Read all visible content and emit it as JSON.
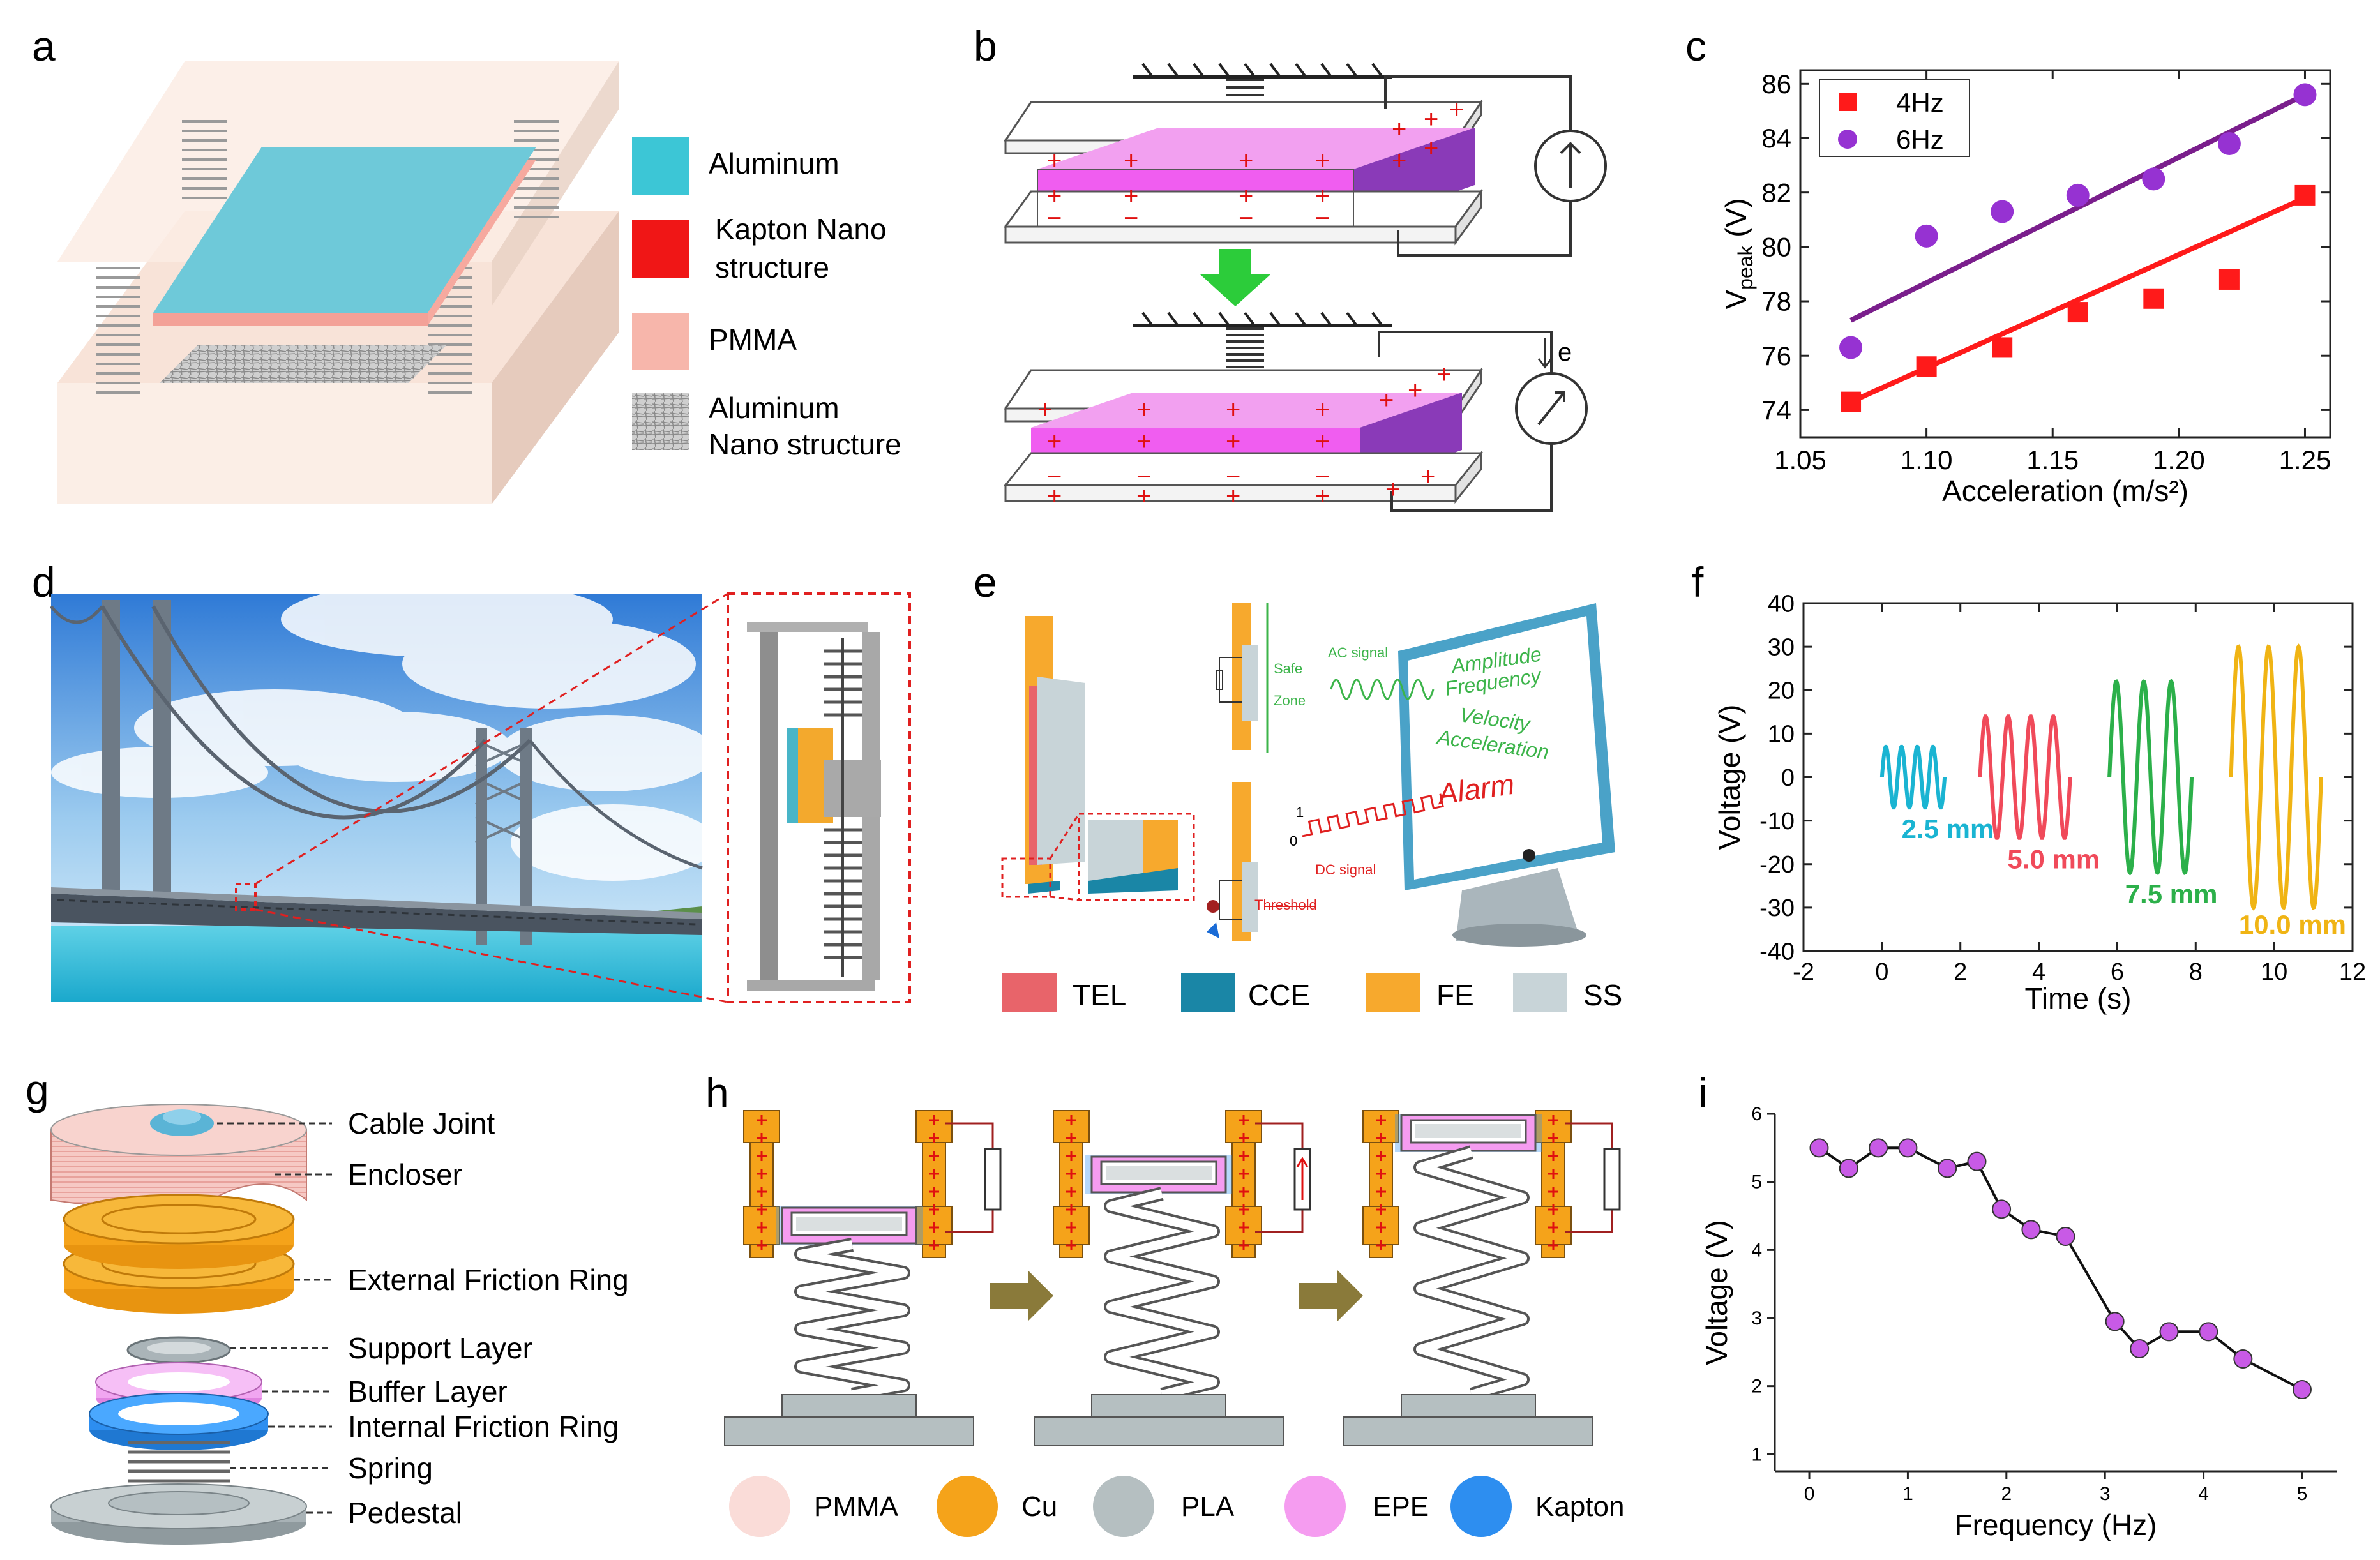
{
  "panel_labels": [
    "a",
    "b",
    "c",
    "d",
    "e",
    "f",
    "g",
    "h",
    "i"
  ],
  "panel_a": {
    "legend": [
      {
        "label": "Aluminum",
        "color": "#3cc6d6"
      },
      {
        "label": "Kapton Nano",
        "color": "#f01616"
      },
      {
        "label": "structure",
        "color": ""
      },
      {
        "label": "PMMA",
        "color": "#f7b6ab"
      },
      {
        "label": "Aluminum",
        "color": "#bdbdbd"
      },
      {
        "label": "Nano structure",
        "color": ""
      }
    ]
  },
  "panel_b": {
    "plus": "+",
    "minus": "−",
    "electron": "e"
  },
  "panel_e": {
    "legend": [
      {
        "label": "TEL",
        "color": "#e8646a"
      },
      {
        "label": "CCE",
        "color": "#1a86a6"
      },
      {
        "label": "FE",
        "color": "#f7a92d"
      },
      {
        "label": "SS",
        "color": "#c8d4d8"
      }
    ],
    "texts": {
      "safe": "Safe",
      "zone": "Zone",
      "ac_signal": "AC signal",
      "amplitude": "Amplitude",
      "frequency": "Frequency",
      "velocity": "Velocity",
      "acceleration": "Acceleration",
      "alarm": "Alarm",
      "dc_signal": "DC signal",
      "threshold": "Threshold",
      "one": "1",
      "zero": "0"
    }
  },
  "panel_g": {
    "labels": [
      "Cable Joint",
      "Encloser",
      "External Friction Ring",
      "Support Layer",
      "Buffer Layer",
      "Internal Friction Ring",
      "Spring",
      "Pedestal"
    ]
  },
  "panel_h": {
    "legend": [
      {
        "label": "PMMA",
        "color": "#fadcd8"
      },
      {
        "label": "Cu",
        "color": "#f5a31a"
      },
      {
        "label": "PLA",
        "color": "#b5bfc1"
      },
      {
        "label": "EPE",
        "color": "#f59cf0"
      },
      {
        "label": "Kapton",
        "color": "#2d8ef0"
      }
    ]
  },
  "chart_data": [
    {
      "panel": "c",
      "type": "scatter",
      "xlabel": "Acceleration (m/s²)",
      "ylabel": "V",
      "ylabel_sub": "peak",
      "ylabel_unit": " (V)",
      "xlim": [
        1.05,
        1.26
      ],
      "ylim": [
        73,
        86.5
      ],
      "xticks": [
        "1.05",
        "1.10",
        "1.15",
        "1.20",
        "1.25"
      ],
      "xtick_values": [
        1.05,
        1.1,
        1.15,
        1.2,
        1.25
      ],
      "yticks": [
        "74",
        "76",
        "78",
        "80",
        "82",
        "84",
        "86"
      ],
      "ytick_values": [
        74,
        76,
        78,
        80,
        82,
        84,
        86
      ],
      "legend_position": "top-left",
      "series": [
        {
          "name": "4Hz",
          "color": "#ff1a1a",
          "marker": "square",
          "x": [
            1.07,
            1.1,
            1.13,
            1.16,
            1.19,
            1.22,
            1.25
          ],
          "y": [
            74.3,
            75.6,
            76.3,
            77.6,
            78.1,
            78.8,
            81.9
          ],
          "fit": [
            [
              1.07,
              74.3
            ],
            [
              1.25,
              81.8
            ]
          ]
        },
        {
          "name": "6Hz",
          "color": "#9632d2",
          "marker": "circle",
          "x": [
            1.07,
            1.1,
            1.13,
            1.16,
            1.19,
            1.22,
            1.25
          ],
          "y": [
            76.3,
            80.4,
            81.3,
            81.9,
            82.5,
            83.8,
            85.6
          ],
          "fit": [
            [
              1.07,
              77.3
            ],
            [
              1.25,
              85.6
            ]
          ]
        }
      ],
      "fit_colors": [
        "#ff1a1a",
        "#7a1e8c"
      ]
    },
    {
      "panel": "f",
      "type": "line",
      "xlabel": "Time (s)",
      "ylabel": "Voltage (V)",
      "xlim": [
        -2,
        12
      ],
      "ylim": [
        -40,
        40
      ],
      "xticks": [
        "-2",
        "0",
        "2",
        "4",
        "6",
        "8",
        "10",
        "12"
      ],
      "xtick_values": [
        -2,
        0,
        2,
        4,
        6,
        8,
        10,
        12
      ],
      "yticks": [
        "-40",
        "-30",
        "-20",
        "-10",
        "0",
        "10",
        "20",
        "30",
        "40"
      ],
      "ytick_values": [
        -40,
        -30,
        -20,
        -10,
        0,
        10,
        20,
        30,
        40
      ],
      "series": [
        {
          "name": "2.5 mm",
          "color": "#1ab4d2",
          "t_start": 0.0,
          "t_end": 1.6,
          "amplitude": 7,
          "cycles": 4
        },
        {
          "name": "5.0 mm",
          "color": "#f04a5a",
          "t_start": 2.5,
          "t_end": 4.8,
          "amplitude": 14,
          "cycles": 4
        },
        {
          "name": "7.5 mm",
          "color": "#2cb04a",
          "t_start": 5.8,
          "t_end": 7.9,
          "amplitude": 22,
          "cycles": 3
        },
        {
          "name": "10.0 mm",
          "color": "#f0b414",
          "t_start": 8.9,
          "t_end": 11.2,
          "amplitude": 30,
          "cycles": 3
        }
      ],
      "series_labels_pos": [
        [
          0.5,
          -14
        ],
        [
          3.2,
          -21
        ],
        [
          6.2,
          -29
        ],
        [
          9.1,
          -36
        ]
      ]
    },
    {
      "panel": "i",
      "type": "line",
      "xlabel": "Frequency (Hz)",
      "ylabel": "Voltage (V)",
      "xlim": [
        -0.35,
        5.35
      ],
      "ylim": [
        0.75,
        6.0
      ],
      "xticks": [
        "0",
        "1",
        "2",
        "3",
        "4",
        "5"
      ],
      "xtick_values": [
        0,
        1,
        2,
        3,
        4,
        5
      ],
      "yticks": [
        "1",
        "2",
        "3",
        "4",
        "5",
        "6"
      ],
      "ytick_values": [
        1,
        2,
        3,
        4,
        5,
        6
      ],
      "series": [
        {
          "name": "",
          "color": "#111111",
          "marker_color": "#c85ae6",
          "x": [
            0.1,
            0.4,
            0.7,
            1.0,
            1.4,
            1.7,
            1.95,
            2.25,
            2.6,
            3.1,
            3.35,
            3.65,
            4.05,
            4.4,
            5.0
          ],
          "y": [
            5.5,
            5.2,
            5.5,
            5.5,
            5.2,
            5.3,
            4.6,
            4.3,
            4.2,
            2.95,
            2.55,
            2.8,
            2.8,
            2.4,
            1.95
          ]
        }
      ]
    }
  ]
}
